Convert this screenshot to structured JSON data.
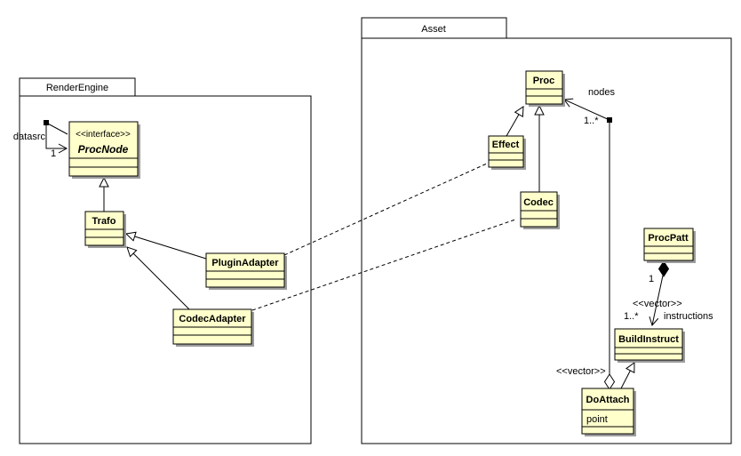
{
  "packages": {
    "render_engine": {
      "label": "RenderEngine"
    },
    "asset": {
      "label": "Asset"
    }
  },
  "classes": {
    "procnode": {
      "stereotype": "<<interface>>",
      "name": "ProcNode"
    },
    "trafo": {
      "name": "Trafo"
    },
    "pluginadapter": {
      "name": "PluginAdapter"
    },
    "codecadapter": {
      "name": "CodecAdapter"
    },
    "proc": {
      "name": "Proc"
    },
    "effect": {
      "name": "Effect"
    },
    "codec": {
      "name": "Codec"
    },
    "procpatt": {
      "name": "ProcPatt"
    },
    "buildinstruct": {
      "name": "BuildInstruct"
    },
    "doattach": {
      "name": "DoAttach",
      "attributes": [
        "point"
      ]
    }
  },
  "labels": {
    "datasrc_role": "datasrc",
    "datasrc_mult": "1",
    "nodes_role": "nodes",
    "nodes_mult": "1..*",
    "composition_mult": "1",
    "instructions_stereotype": "<<vector>>",
    "instructions_mult": "1..*",
    "instructions_role": "instructions",
    "attach_stereotype": "<<vector>>"
  },
  "colors": {
    "class_fill": "#ffffcc",
    "border": "#000000",
    "shadow": "#9c9c9c",
    "background": "#ffffff"
  }
}
